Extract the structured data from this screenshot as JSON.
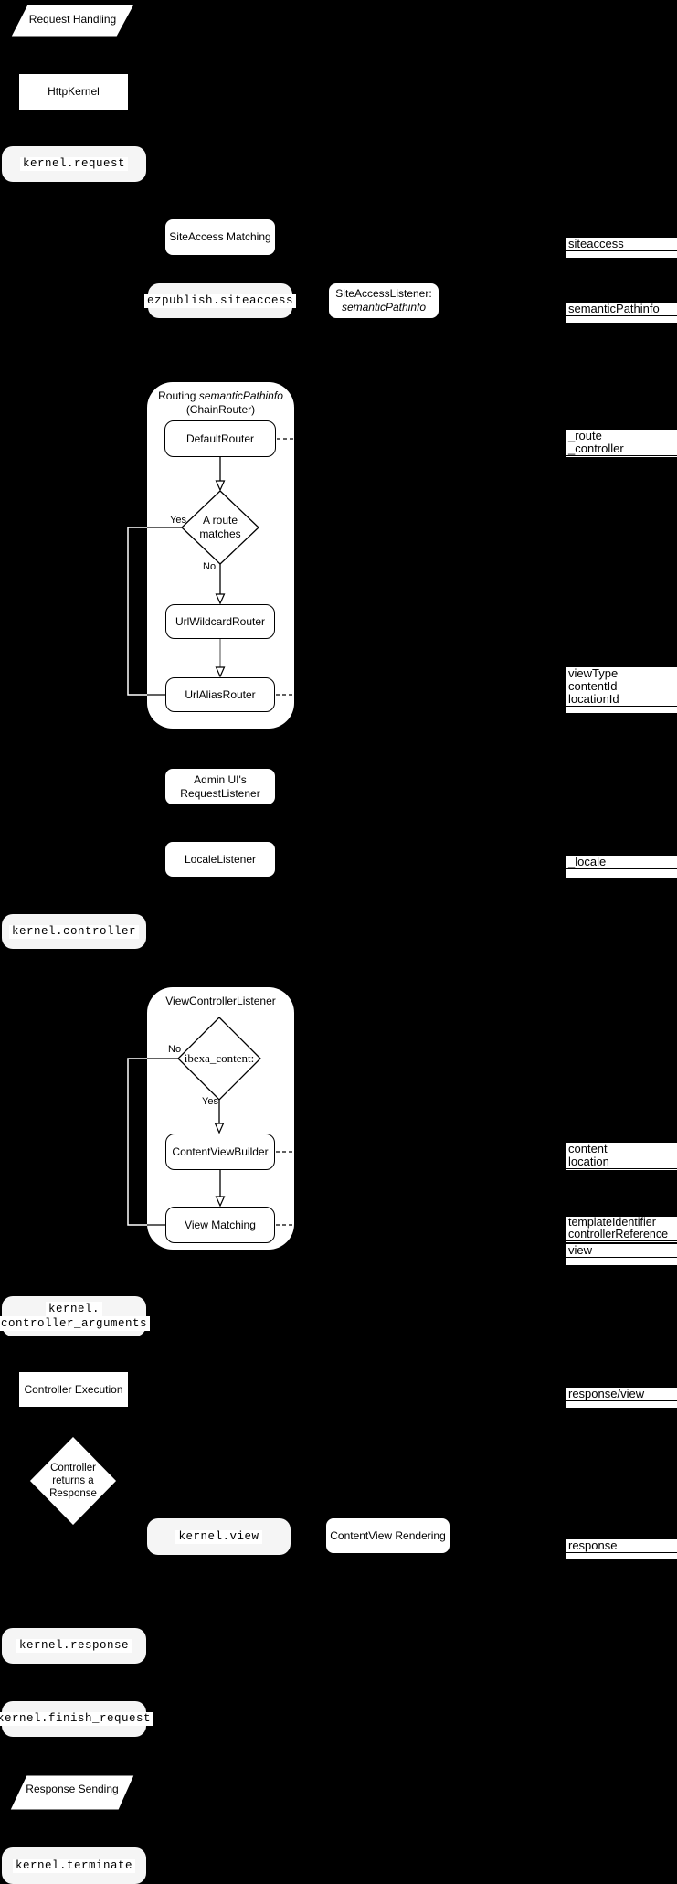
{
  "colors": {
    "background": "#000000",
    "event_fill": "#f5f5f5",
    "node_fill": "#ffffff",
    "line": "#000000",
    "outer_connector": "#ffffff"
  },
  "flow": {
    "request_handling": "Request Handling",
    "http_kernel": "HttpKernel",
    "kernel_request": "kernel.request",
    "siteaccess_matching": "SiteAccess Matching",
    "ezpublish_siteaccess": "ezpublish.siteaccess",
    "siteaccess_listener_line1": "SiteAccessListener:",
    "siteaccess_listener_line2": "semanticPathinfo",
    "routing": {
      "title_prefix": "Routing ",
      "title_italic": "semanticPathinfo",
      "subtitle": "(ChainRouter)",
      "default_router": "DefaultRouter",
      "decision": "A route\nmatches",
      "yes": "Yes",
      "no": "No",
      "url_wildcard_router": "UrlWildcardRouter",
      "url_alias_router": "UrlAliasRouter"
    },
    "admin_request_listener": "Admin UI's\nRequestListener",
    "locale_listener": "LocaleListener",
    "kernel_controller": "kernel.controller",
    "view_controller": {
      "title": "ViewControllerListener",
      "decision": "ibexa_content:",
      "no": "No",
      "yes": "Yes",
      "content_view_builder": "ContentViewBuilder",
      "view_matching": "View Matching"
    },
    "kernel_controller_arguments_line1": "kernel.",
    "kernel_controller_arguments_line2": "controller_arguments",
    "controller_execution": "Controller Execution",
    "controller_returns_response": "Controller\nreturns a\nResponse",
    "kernel_view": "kernel.view",
    "content_view_rendering": "ContentView Rendering",
    "kernel_response": "kernel.response",
    "kernel_finish_request": "kernel.finish_request",
    "response_sending": "Response Sending",
    "kernel_terminate": "kernel.terminate"
  },
  "annotations": {
    "siteaccess": "siteaccess",
    "semantic_pathinfo": "semanticPathinfo",
    "route_controller": "_route\n_controller",
    "view_params": "viewType\ncontentId\nlocationId",
    "locale": "_locale",
    "content_location": "content\nlocation",
    "template_controller": "templateIdentifier\ncontrollerReference",
    "view": "view",
    "response_view": "response/view",
    "response": "response"
  }
}
